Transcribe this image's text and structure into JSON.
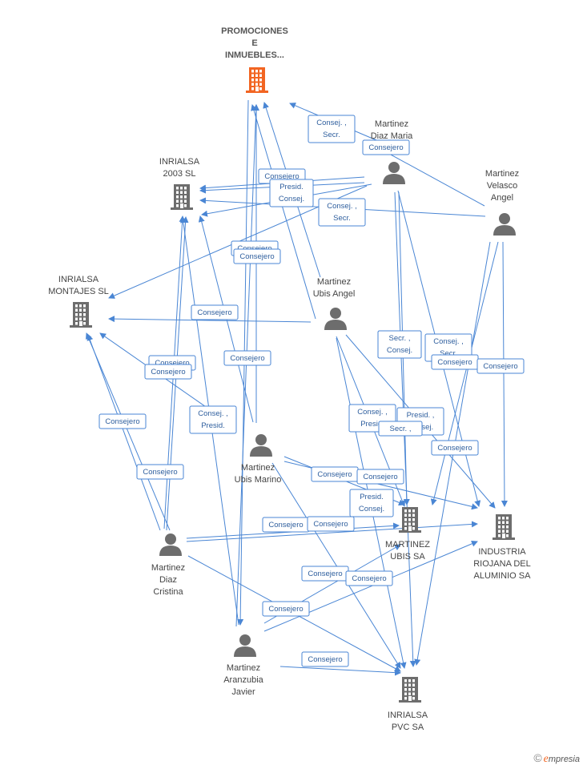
{
  "colors": {
    "edge": "#4a86d4",
    "company": "#6d6d6d",
    "main_company": "#f26522",
    "person": "#6d6d6d",
    "edge_text": "#2f5f9e"
  },
  "nodes": [
    {
      "id": "promociones",
      "type": "company",
      "main": true,
      "label": [
        "PROMOCIONES",
        "E",
        "INMUEBLES..."
      ]
    },
    {
      "id": "inrialsa2003",
      "type": "company",
      "label": [
        "INRIALSA",
        "2003 SL"
      ]
    },
    {
      "id": "montajes",
      "type": "company",
      "label": [
        "INRIALSA",
        "MONTAJES SL"
      ]
    },
    {
      "id": "diaz_maria",
      "type": "person",
      "label": [
        "Martinez",
        "Diaz Maria"
      ]
    },
    {
      "id": "velasco",
      "type": "person",
      "label": [
        "Martinez",
        "Velasco",
        "Angel"
      ]
    },
    {
      "id": "ubis_angel",
      "type": "person",
      "label": [
        "Martinez",
        "Ubis Angel"
      ]
    },
    {
      "id": "ubis_marino",
      "type": "person",
      "label": [
        "Martinez",
        "Ubis Marino"
      ]
    },
    {
      "id": "diaz_cristina",
      "type": "person",
      "label": [
        "Martinez",
        "Diaz",
        "Cristina"
      ]
    },
    {
      "id": "aranzubia",
      "type": "person",
      "label": [
        "Martinez",
        "Aranzubia",
        "Javier"
      ]
    },
    {
      "id": "ubis_sa",
      "type": "company",
      "label": [
        "MARTINEZ",
        "UBIS SA"
      ]
    },
    {
      "id": "riojana",
      "type": "company",
      "label": [
        "INDUSTRIA",
        "RIOJANA DEL",
        "ALUMINIO SA"
      ]
    },
    {
      "id": "pvc",
      "type": "company",
      "label": [
        "INRIALSA",
        "PVC SA"
      ]
    }
  ],
  "edge_labels": [
    [
      "Consej. ,",
      "Secr."
    ],
    [
      "Consejero"
    ],
    [
      "Consejero"
    ],
    [
      "Presid.",
      "Consej."
    ],
    [
      "Consej. ,",
      "Secr."
    ],
    [
      "Secr. ,",
      "Consej."
    ],
    [
      "Consejero"
    ],
    [
      "Consejero"
    ],
    [
      "Consejero"
    ],
    [
      "Consej. ,",
      "Presid."
    ],
    [
      "Consejero"
    ],
    [
      "Consejero"
    ],
    [
      "Consejero"
    ],
    [
      "Consej. ,",
      "Presid."
    ],
    [
      "Consejero"
    ],
    [
      "Consejero"
    ],
    [
      "Secr. ,",
      "Consej."
    ],
    [
      "Consej. ,",
      "Secr."
    ],
    [
      "Consejero"
    ],
    [
      "Consejero"
    ],
    [
      "Consej. ,",
      "Presid."
    ],
    [
      "Presid. ,",
      "Consej."
    ],
    [
      "Secr. ,"
    ],
    [
      "Consejero"
    ],
    [
      "Consejero"
    ],
    [
      "Consejero"
    ],
    [
      "Presid.",
      "Consej."
    ],
    [
      "Consejero"
    ],
    [
      "Consejero"
    ],
    [
      "Consejero"
    ],
    [
      "Consejero"
    ],
    [
      "Consejero"
    ],
    [
      "Consejero"
    ]
  ],
  "footer": {
    "copyright": "©",
    "brand_first": "e",
    "brand_rest": "mpresia"
  }
}
